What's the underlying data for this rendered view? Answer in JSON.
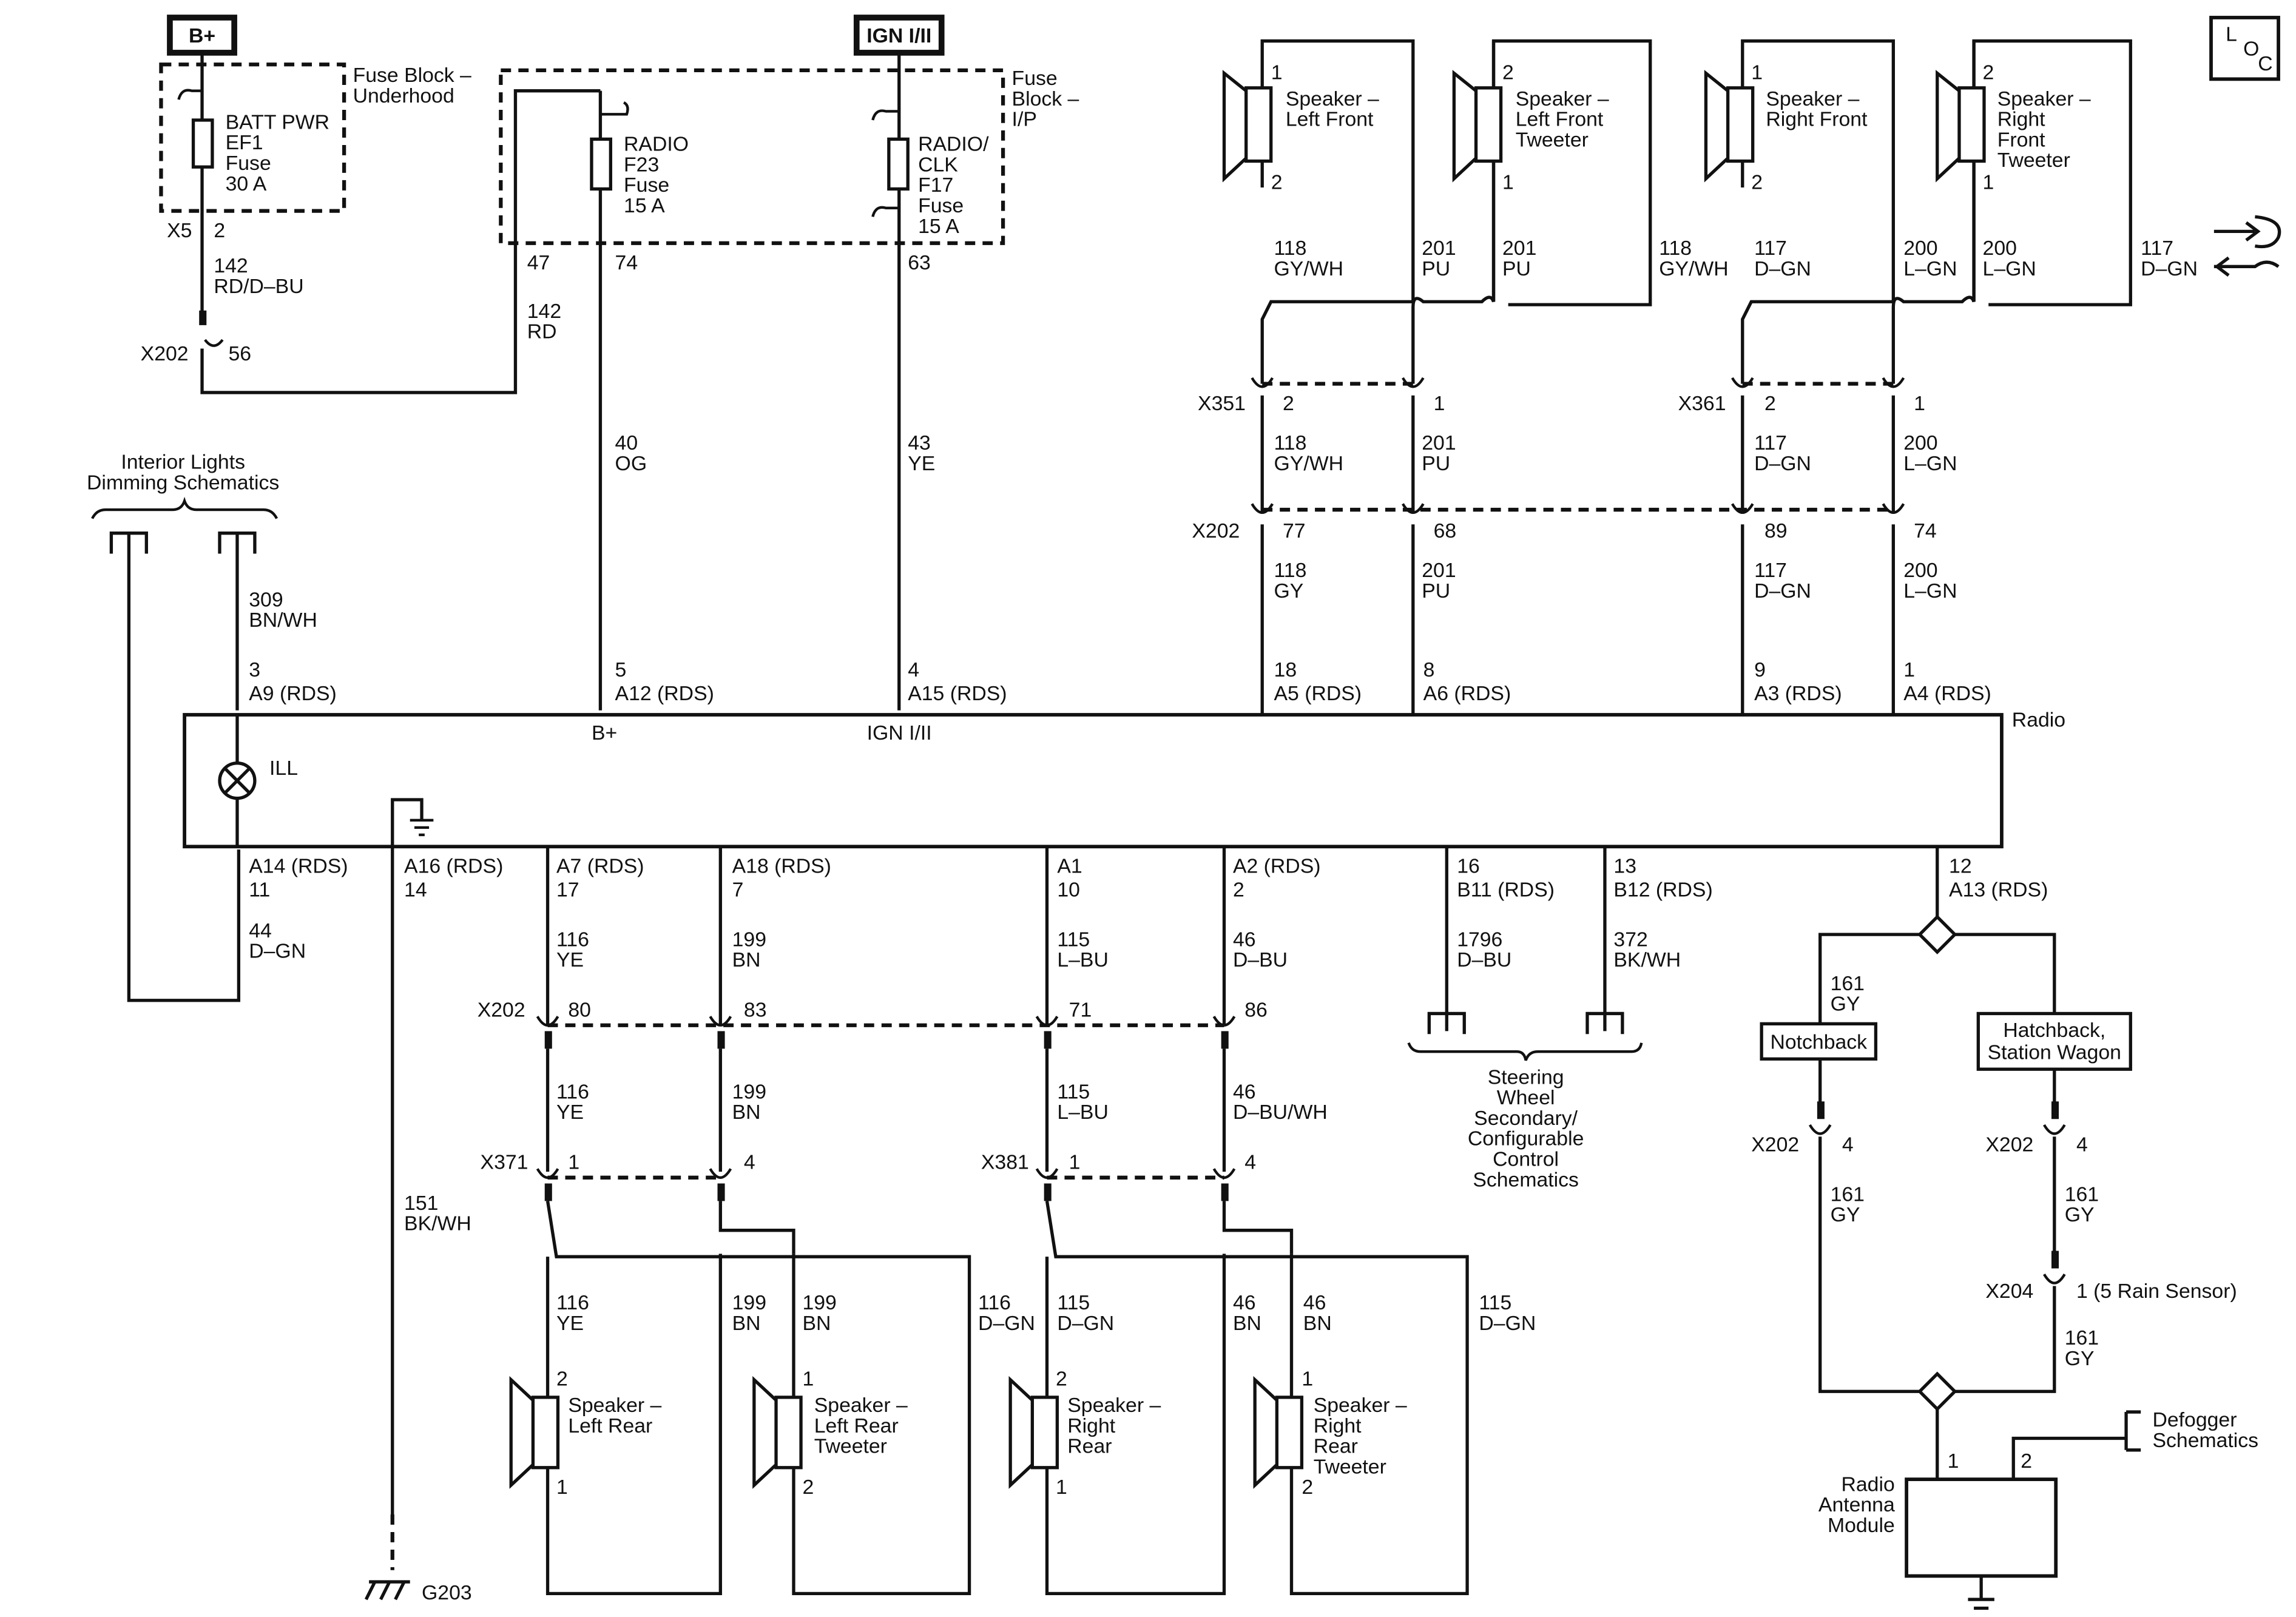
{
  "power": {
    "bplus": "B+",
    "ign": "IGN I/II"
  },
  "loc": {
    "l": "L",
    "o": "O",
    "c": "C"
  },
  "fuse_block_underhood": {
    "label_1": "Fuse Block –",
    "label_2": "Underhood",
    "fuse_1": "BATT PWR",
    "fuse_2": "EF1",
    "fuse_3": "Fuse",
    "fuse_4": "30 A"
  },
  "fuse_block_ip": {
    "label_1": "Fuse",
    "label_2": "Block –",
    "label_3": "I/P",
    "radio_fuse": [
      "RADIO",
      "F23",
      "Fuse",
      "15 A"
    ],
    "clk_fuse": [
      "RADIO/",
      "CLK",
      "F17",
      "Fuse",
      "15 A"
    ]
  },
  "connectors": {
    "x5": "X5",
    "x202": "X202",
    "x351": "X351",
    "x361": "X361",
    "x371": "X371",
    "x381": "X381",
    "x204": "X204",
    "g203": "G203"
  },
  "pins": {
    "x5_2": "2",
    "x202_56": "56",
    "f_47": "47",
    "f_74": "74",
    "f_63": "63",
    "x351_2": "2",
    "x351_1": "1",
    "x361_2": "2",
    "x361_1": "1",
    "x202_77": "77",
    "x202_68": "68",
    "x202_89": "89",
    "x202_74": "74",
    "x202_80": "80",
    "x202_83": "83",
    "x202_71": "71",
    "x202_86": "86",
    "x371_1": "1",
    "x371_4": "4",
    "x381_1": "1",
    "x381_4": "4",
    "x202_4a": "4",
    "x202_4b": "4",
    "x204_1": "1 (5 Rain Sensor)",
    "ant_1": "1",
    "ant_2": "2"
  },
  "wires": {
    "w142a": [
      "142",
      "RD/D–BU"
    ],
    "w142b": [
      "142",
      "RD"
    ],
    "w40": [
      "40",
      "OG"
    ],
    "w43": [
      "43",
      "YE"
    ],
    "w309": [
      "309",
      "BN/WH"
    ],
    "w118a": [
      "118",
      "GY/WH"
    ],
    "w201a": [
      "201",
      "PU"
    ],
    "w201b": [
      "201",
      "PU"
    ],
    "w118b": [
      "118",
      "GY/WH"
    ],
    "w117a": [
      "117",
      "D–GN"
    ],
    "w200a": [
      "200",
      "L–GN"
    ],
    "w200b": [
      "200",
      "L–GN"
    ],
    "w117b": [
      "117",
      "D–GN"
    ],
    "w118c": [
      "118",
      "GY/WH"
    ],
    "w201c": [
      "201",
      "PU"
    ],
    "w117c": [
      "117",
      "D–GN"
    ],
    "w200c": [
      "200",
      "L–GN"
    ],
    "w118d": [
      "118",
      "GY"
    ],
    "w201d": [
      "201",
      "PU"
    ],
    "w117d": [
      "117",
      "D–GN"
    ],
    "w200d": [
      "200",
      "L–GN"
    ],
    "w44": [
      "44",
      "D–GN"
    ],
    "w151": [
      "151",
      "BK/WH"
    ],
    "w116a": [
      "116",
      "YE"
    ],
    "w199a": [
      "199",
      "BN"
    ],
    "w115a": [
      "115",
      "L–BU"
    ],
    "w46a": [
      "46",
      "D–BU"
    ],
    "w116b": [
      "116",
      "YE"
    ],
    "w199b": [
      "199",
      "BN"
    ],
    "w115b": [
      "115",
      "L–BU"
    ],
    "w46b": [
      "46",
      "D–BU/WH"
    ],
    "w116c": [
      "116",
      "YE"
    ],
    "w199c": [
      "199",
      "BN"
    ],
    "w199d": [
      "199",
      "BN"
    ],
    "w116d": [
      "116",
      "D–GN"
    ],
    "w115c": [
      "115",
      "D–GN"
    ],
    "w46c": [
      "46",
      "BN"
    ],
    "w46d": [
      "46",
      "BN"
    ],
    "w115d": [
      "115",
      "D–GN"
    ],
    "w1796": [
      "1796",
      "D–BU"
    ],
    "w372": [
      "372",
      "BK/WH"
    ],
    "w161a": [
      "161",
      "GY"
    ],
    "w161b": [
      "161",
      "GY"
    ],
    "w161c": [
      "161",
      "GY"
    ],
    "w161d": [
      "161",
      "GY"
    ]
  },
  "radio": {
    "label": "Radio",
    "bplus": "B+",
    "ign": "IGN I/II",
    "ill": "ILL",
    "top_pins": [
      [
        "3",
        "A9 (RDS)"
      ],
      [
        "5",
        "A12 (RDS)"
      ],
      [
        "4",
        "A15 (RDS)"
      ],
      [
        "18",
        "A5 (RDS)"
      ],
      [
        "8",
        "A6 (RDS)"
      ],
      [
        "9",
        "A3 (RDS)"
      ],
      [
        "1",
        "A4 (RDS)"
      ]
    ],
    "bottom_pins": [
      [
        "A14 (RDS)",
        "11"
      ],
      [
        "A16 (RDS)",
        "14"
      ],
      [
        "A7 (RDS)",
        "17"
      ],
      [
        "A18 (RDS)",
        "7"
      ],
      [
        "A1",
        "10"
      ],
      [
        "A2 (RDS)",
        "2"
      ],
      [
        "16",
        "B11 (RDS)"
      ],
      [
        "13",
        "B12 (RDS)"
      ],
      [
        "12",
        "A13 (RDS)"
      ]
    ]
  },
  "speakers": {
    "lf": [
      "1",
      "2",
      "Speaker –",
      "Left Front"
    ],
    "lft": [
      "2",
      "1",
      "Speaker –",
      "Left Front",
      "Tweeter"
    ],
    "rf": [
      "1",
      "2",
      "Speaker –",
      "Right Front"
    ],
    "rft": [
      "2",
      "1",
      "Speaker –",
      "Right",
      "Front",
      "Tweeter"
    ],
    "lr": [
      "2",
      "1",
      "Speaker –",
      "Left Rear"
    ],
    "lrt": [
      "1",
      "2",
      "Speaker –",
      "Left Rear",
      "Tweeter"
    ],
    "rr": [
      "2",
      "1",
      "Speaker –",
      "Right",
      "Rear"
    ],
    "rrt": [
      "1",
      "2",
      "Speaker –",
      "Right",
      "Rear",
      "Tweeter"
    ]
  },
  "refs": {
    "interior": [
      "Interior Lights",
      "Dimming Schematics"
    ],
    "steering": [
      "Steering",
      "Wheel",
      "Secondary/",
      "Configurable",
      "Control",
      "Schematics"
    ],
    "defogger": [
      "Defogger",
      "Schematics"
    ]
  },
  "options": {
    "notchback": "Notchback",
    "hatch_1": "Hatchback,",
    "hatch_2": "Station Wagon"
  },
  "antenna": [
    "Radio",
    "Antenna",
    "Module"
  ]
}
